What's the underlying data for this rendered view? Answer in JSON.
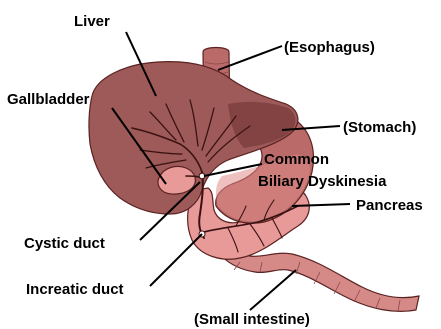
{
  "labels": {
    "liver": "Liver",
    "esophagus": "(Esophagus)",
    "gallbladder": "Gallbladder",
    "stomach": "(Stomach)",
    "common_line1": "Common",
    "common_line2": "Biliary Dyskinesia",
    "pancreas": "Pancreas",
    "cystic_duct": "Cystic  duct",
    "increatic_duct": "Increatic duct",
    "small_intestine": "(Small intestine)"
  },
  "colors": {
    "liver": "#9e5a58",
    "liver_dark": "#7a3c3b",
    "stomach": "#b96a69",
    "pancreas": "#e89a98",
    "intestine": "#d58a88",
    "outline": "#5b2222",
    "duct": "#3a1212",
    "leader": "#000000"
  }
}
